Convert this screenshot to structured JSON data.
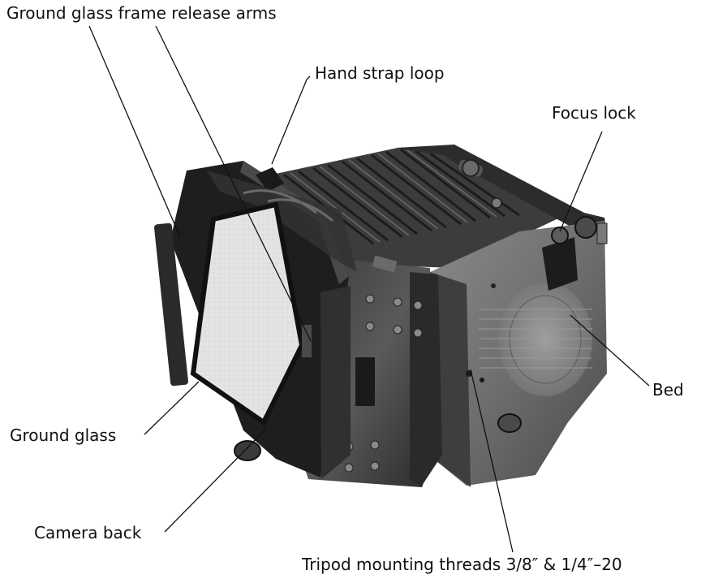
{
  "labels": {
    "ground_glass_frame_release_arms": "Ground glass frame release arms",
    "hand_strap_loop": "Hand strap loop",
    "focus_lock": "Focus lock",
    "bed": "Bed",
    "ground_glass": "Ground glass",
    "camera_back": "Camera back",
    "tripod_mounting_threads": "Tripod mounting threads 3/8″ & 1/4″–20"
  }
}
